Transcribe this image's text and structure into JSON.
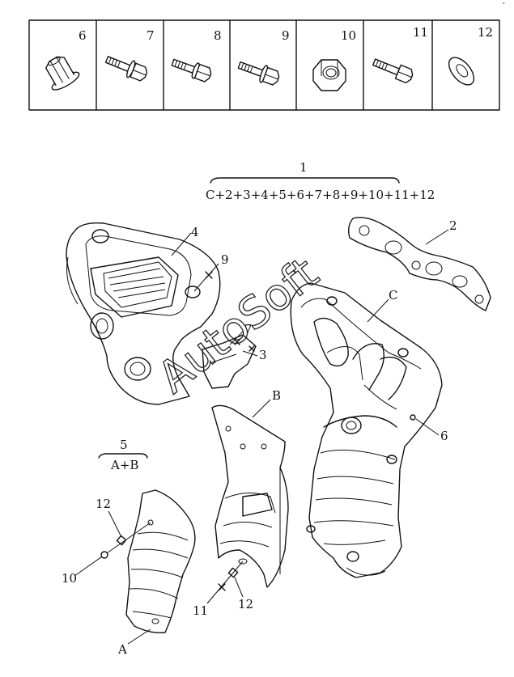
{
  "fastener_table": {
    "cells": [
      {
        "number": "6",
        "icon": "flange-nut-icon"
      },
      {
        "number": "7",
        "icon": "bolt-with-washer-icon"
      },
      {
        "number": "8",
        "icon": "flange-bolt-icon"
      },
      {
        "number": "9",
        "icon": "flange-bolt-icon"
      },
      {
        "number": "10",
        "icon": "hex-nut-icon"
      },
      {
        "number": "11",
        "icon": "hex-bolt-icon"
      },
      {
        "number": "12",
        "icon": "washer-icon"
      }
    ]
  },
  "assembly": {
    "number": "1",
    "formula": "C+2+3+4+5+6+7+8+9+10+11+12"
  },
  "subassembly": {
    "number": "5",
    "formula": "A+B"
  },
  "callouts": {
    "heat_shield_upper": "4",
    "stud_upper": "9",
    "bolt_small": "7",
    "bracket_small": "3",
    "gasket": "2",
    "manifold": "C",
    "nut_right": "6",
    "shield_b": "B",
    "washer_left": "12",
    "nut_left": "10",
    "shield_a": "A",
    "bolt_lower": "11",
    "washer_lower": "12"
  },
  "watermark": "AutoSoft",
  "corner_mark": "”"
}
